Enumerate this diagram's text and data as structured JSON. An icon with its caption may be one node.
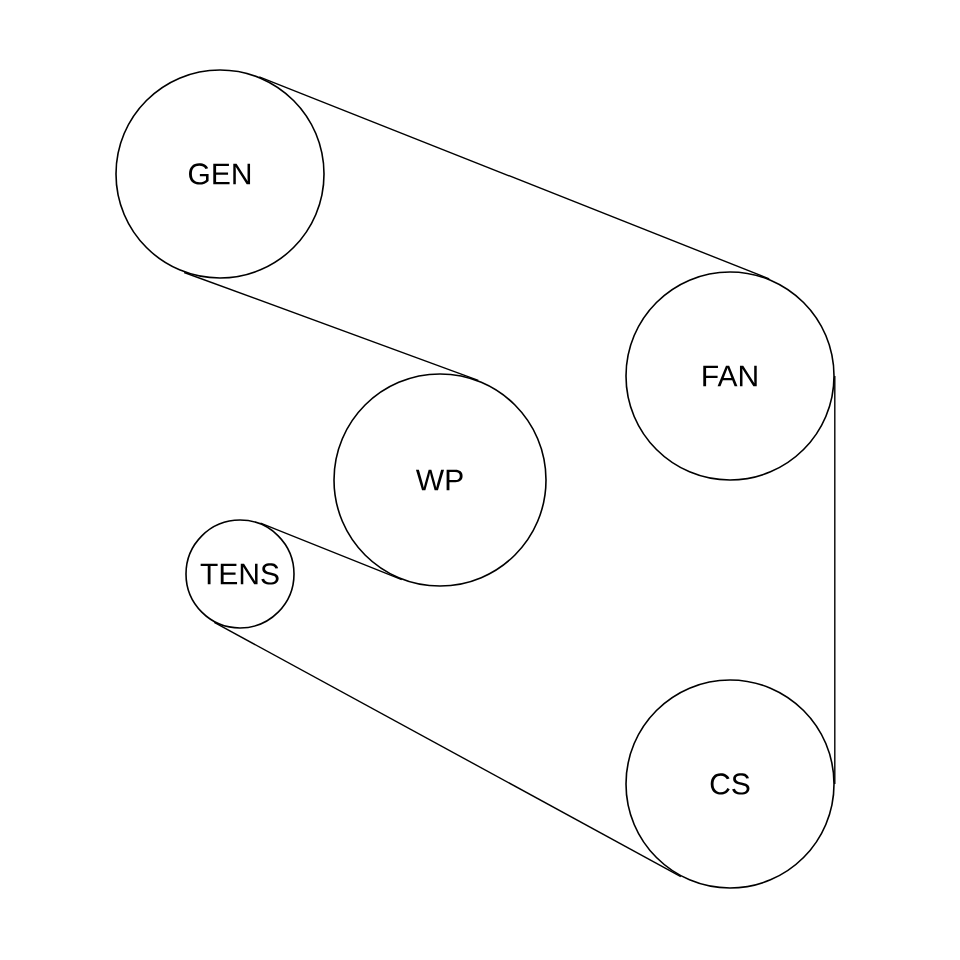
{
  "diagram": {
    "nodes": [
      {
        "text": [
          "GEN"
        ]
      },
      {
        "text": [
          "FAN"
        ]
      },
      {
        "text": [
          "WP"
        ]
      },
      {
        "text": [
          "TENS"
        ]
      },
      {
        "text": [
          "CS"
        ]
      }
    ],
    "edges": [
      {
        "from": 0,
        "to": 1,
        "arrow": "none"
      },
      {
        "from": 1,
        "to": 4,
        "arrow": "none"
      },
      {
        "from": 4,
        "to": 3,
        "arrow": "none"
      },
      {
        "from": 3,
        "to": 2,
        "arrow": "none"
      },
      {
        "from": 2,
        "to": 0,
        "arrow": "none"
      }
    ]
  }
}
